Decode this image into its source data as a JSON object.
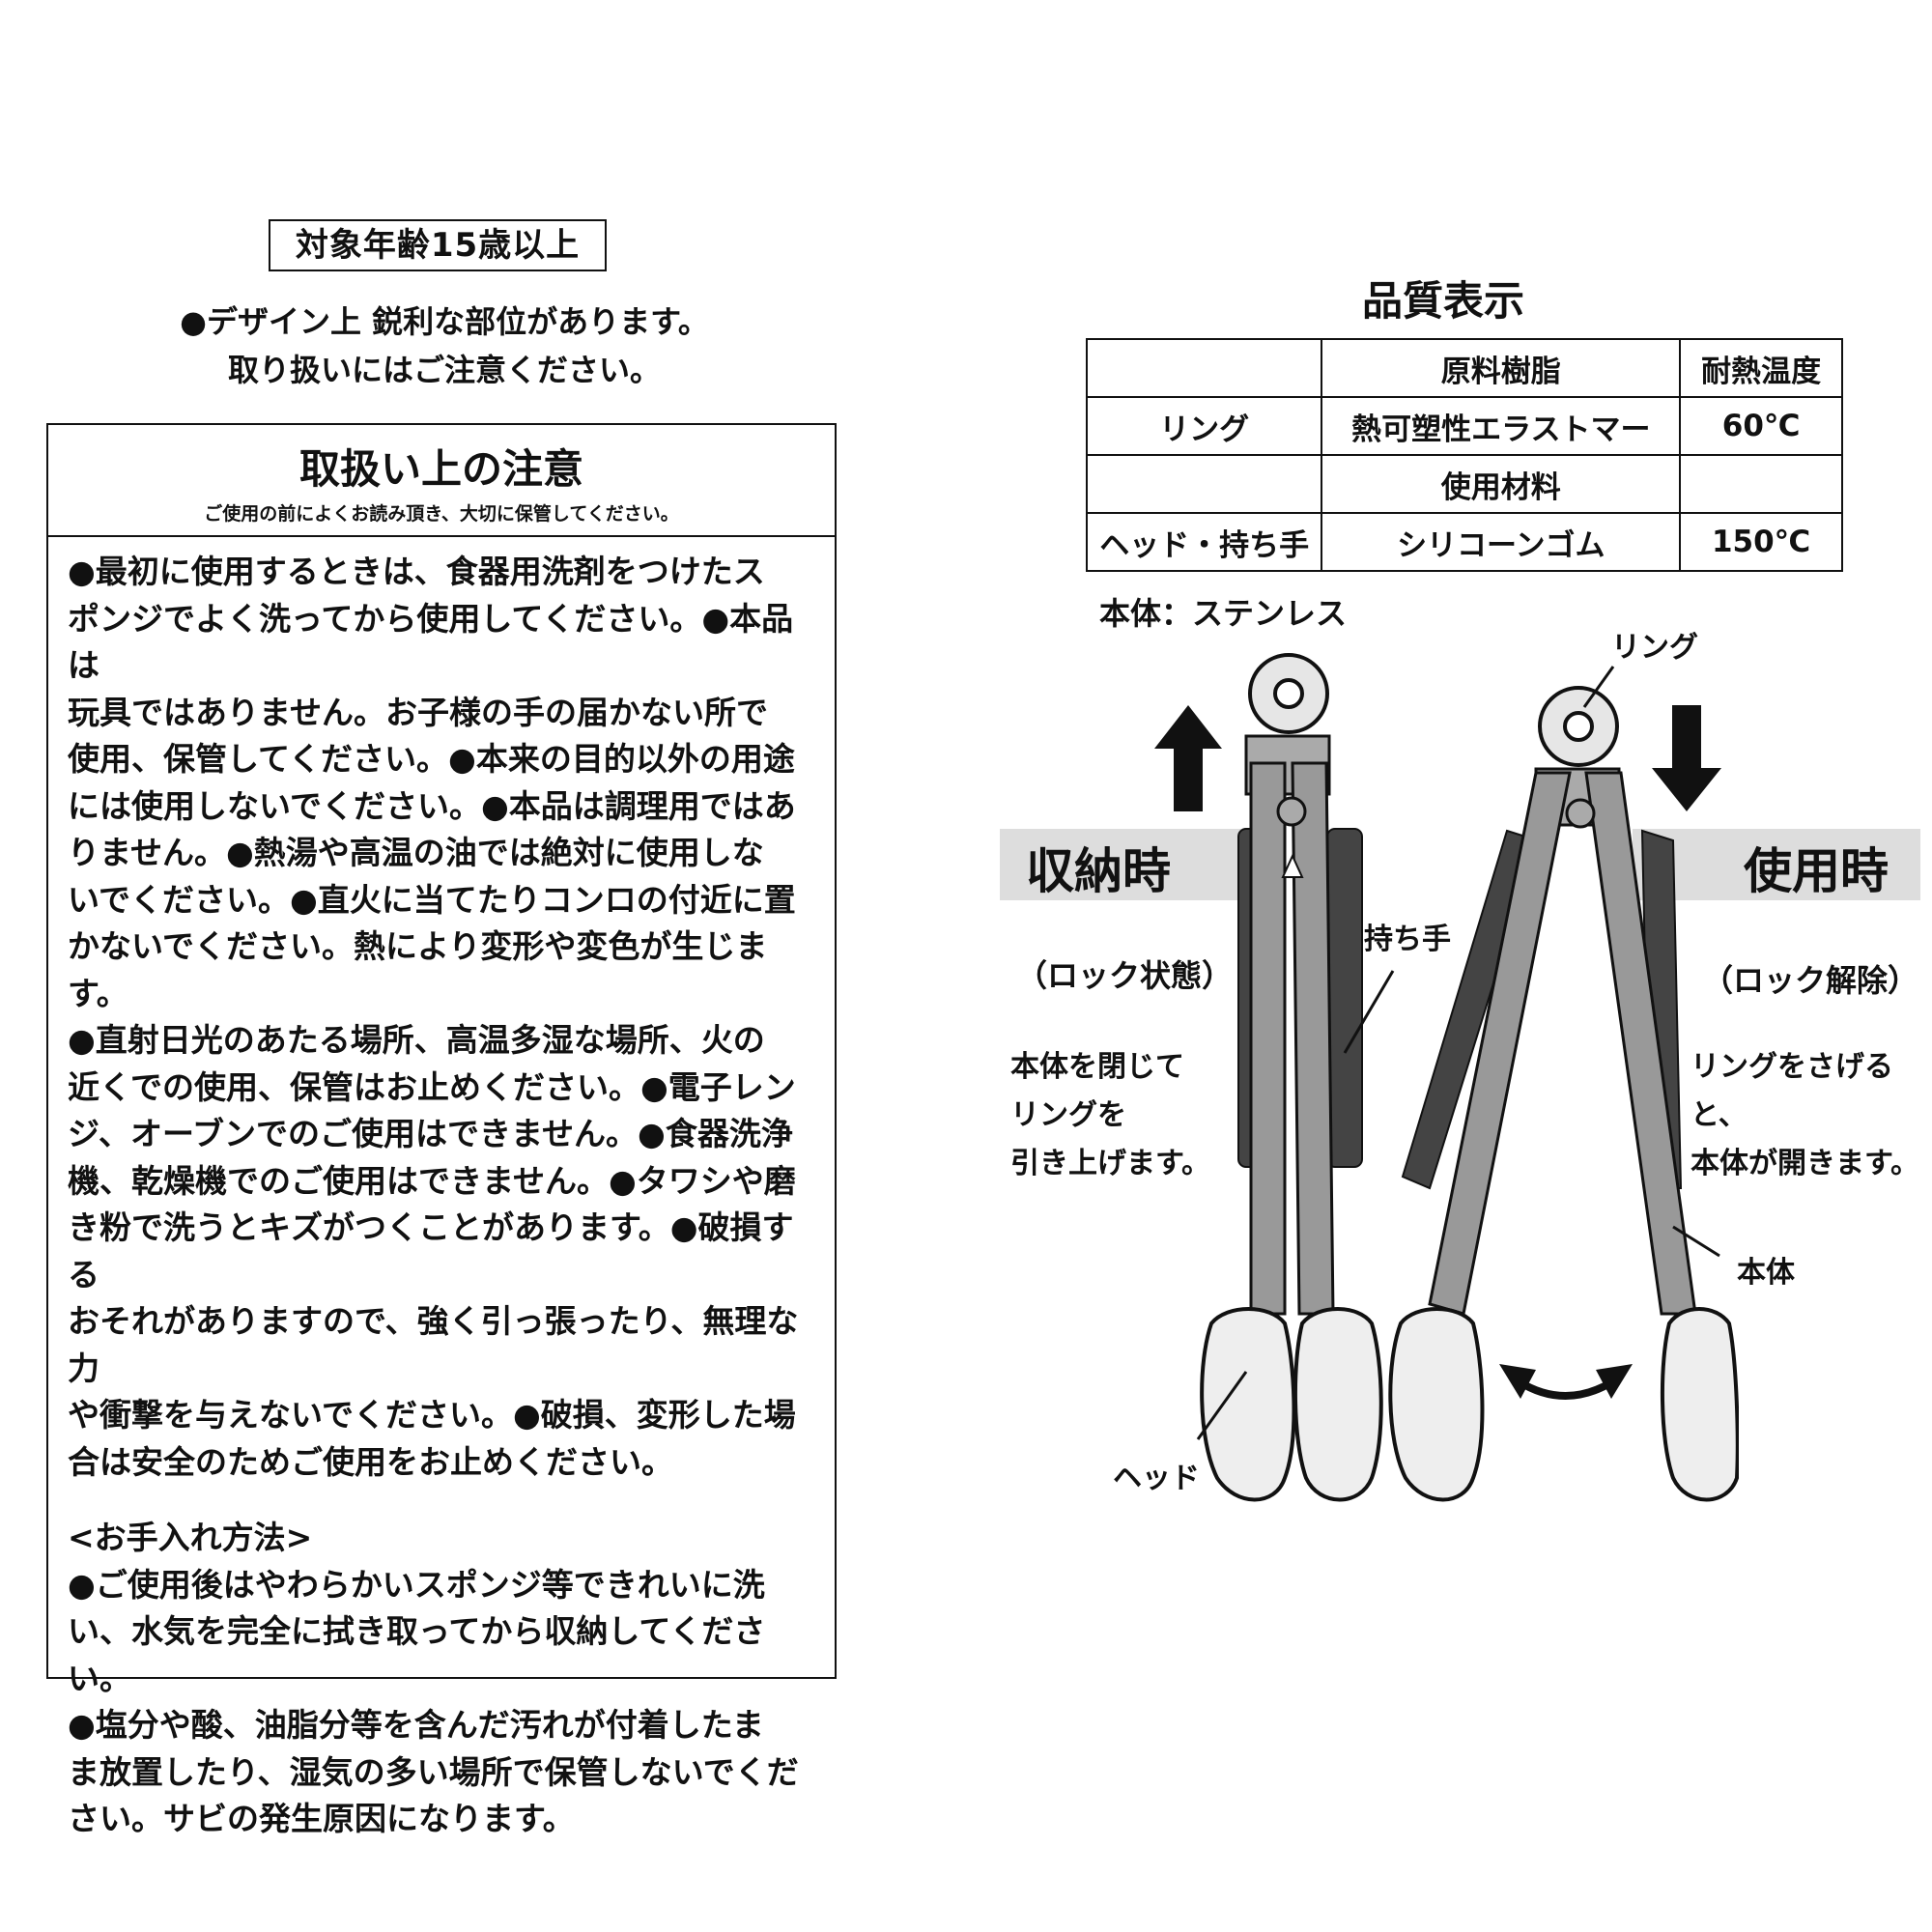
{
  "age_notice": "対象年齢15歳以上",
  "warning": [
    "●デザイン上 鋭利な部位があります。",
    "取り扱いにはご注意ください。"
  ],
  "caution": {
    "title": "取扱い上の注意",
    "subtitle": "ご使用の前によくお読み頂き、大切に保管してください。",
    "lines": [
      "●最初に使用するときは、食器用洗剤をつけたス",
      "ポンジでよく洗ってから使用してください。●本品は",
      "玩具ではありません。お子様の手の届かない所で",
      "使用、保管してください。●本来の目的以外の用途",
      "には使用しないでください。●本品は調理用ではあ",
      "りません。●熱湯や高温の油では絶対に使用しな",
      "いでください。●直火に当てたりコンロの付近に置",
      "かないでください。熱により変形や変色が生じます。",
      "●直射日光のあたる場所、高温多湿な場所、火の",
      "近くでの使用、保管はお止めください。●電子レン",
      "ジ、オーブンでのご使用はできません。●食器洗浄",
      "機、乾燥機でのご使用はできません。●タワシや磨",
      "き粉で洗うとキズがつくことがあります。●破損する",
      "おそれがありますので、強く引っ張ったり、無理な力",
      "や衝撃を与えないでください。●破損、変形した場",
      "合は安全のためご使用をお止めください。"
    ],
    "care_title": "<お手入れ方法>",
    "care_lines": [
      "●ご使用後はやわらかいスポンジ等できれいに洗",
      "い、水気を完全に拭き取ってから収納してください。",
      "●塩分や酸、油脂分等を含んだ汚れが付着したま",
      "ま放置したり、湿気の多い場所で保管しないでくだ",
      "さい。サビの発生原因になります。"
    ]
  },
  "quality": {
    "title": "品質表示",
    "rows": [
      [
        "",
        "原料樹脂",
        "耐熱温度"
      ],
      [
        "リング",
        "熱可塑性エラストマー",
        "60℃"
      ],
      [
        "",
        "使用材料",
        ""
      ],
      [
        "ヘッド・持ち手",
        "シリコーンゴム",
        "150℃"
      ]
    ],
    "body_material": "本体：ステンレス"
  },
  "diagram": {
    "stored_label": "収納時",
    "stored_state": "（ロック状態）",
    "stored_desc": [
      "本体を閉じて",
      "リングを",
      "引き上げます。"
    ],
    "use_label": "使用時",
    "use_state": "（ロック解除）",
    "use_desc": [
      "リングをさげると、",
      "本体が開きます。"
    ],
    "parts": {
      "ring": "リング",
      "handle": "持ち手",
      "body": "本体",
      "head": "ヘッド"
    }
  }
}
